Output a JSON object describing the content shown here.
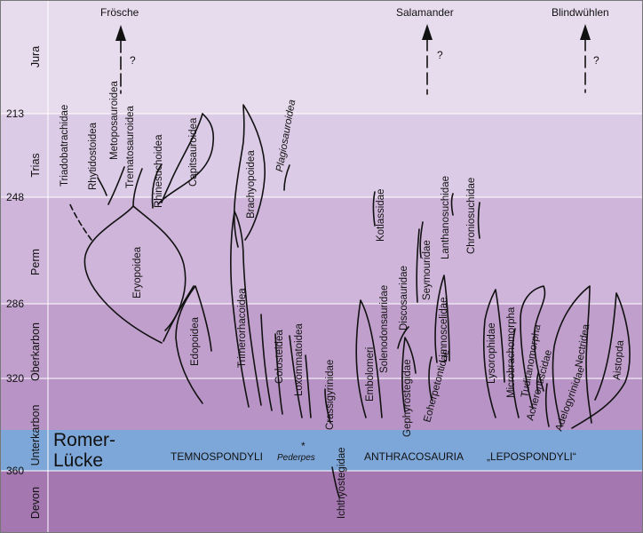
{
  "periods": [
    {
      "name": "Jura",
      "color": "#e7dcee"
    },
    {
      "name": "Trias",
      "color": "#dccbe6"
    },
    {
      "name": "Perm",
      "color": "#cfb5da"
    },
    {
      "name": "Oberkarbon",
      "color": "#c09fcc"
    },
    {
      "name": "Unterkarbon",
      "color": "#7ea7d9"
    },
    {
      "name": "Devon",
      "color": "#a577b1"
    }
  ],
  "ages": [
    "213",
    "248",
    "286",
    "320",
    "360"
  ],
  "romer_gap": {
    "line1": "Romer-",
    "line2": "Lücke"
  },
  "groups": {
    "temno": "TEMNOSPONDYLI",
    "anthraco": "ANTHRACOSAURIA",
    "lepo": "„LEPOSPONDYLI“"
  },
  "pederpes": {
    "star": "*",
    "name": "Pederpes"
  },
  "modern": {
    "frogs": "Frösche",
    "salamanders": "Salamander",
    "caecilians": "Blindwühlen",
    "question": "?"
  },
  "taxa": {
    "triadobatrachidae": "Triadobatrachidae",
    "rhytidostoidea": "Rhytidostoidea",
    "metoposauroidea": "Metoposauroidea",
    "trematosauroidea": "Trematosauroidea",
    "rhinesuchoidea": "Rhinesuchoidea",
    "capitosauroidea": "Capitsauroidea",
    "brachyopoidea": "Brachyopoidea",
    "plagiosauroidea": "Plagiosauroidea",
    "eryopoidea": "Eryopoidea",
    "edopoidea": "Edopoidea",
    "trimerorhacoidea": "Trimerorhacoidea",
    "colosteidea": "Colosteidea",
    "loxommatoidea": "Loxommatoidea",
    "crassigyrinidae": "Crassigyrinidae",
    "ichthyostegidae": "Ichthyostegidae",
    "embolomeri": "Embolomeri",
    "solenodonsauridae": "Solenodonsauridae",
    "gephyrostegidae": "Gephyrostegidae",
    "discosauridae": "Discosauridae",
    "eoherpetontidae": "Eoherpetontidae",
    "seymouridae": "Seymouridae",
    "limnoscelidae": "Limnoscelidae",
    "kotlassidae": "Kotlassidae",
    "lanthanosuchidae": "Lanthanosuchidae",
    "chroniosuchidae": "Chroniosuchidae",
    "lysorophidae": "Lysorophidae",
    "microbrachomorpha": "Microbrachomorpha",
    "tuditanomorpha": "Tuditanomorpha",
    "acherontiscidae": "Acherontiscidae",
    "adelogyrinidae": "Adelogyrinidae",
    "nectridea": "Nectridea",
    "aistopda": "Aistopda"
  }
}
